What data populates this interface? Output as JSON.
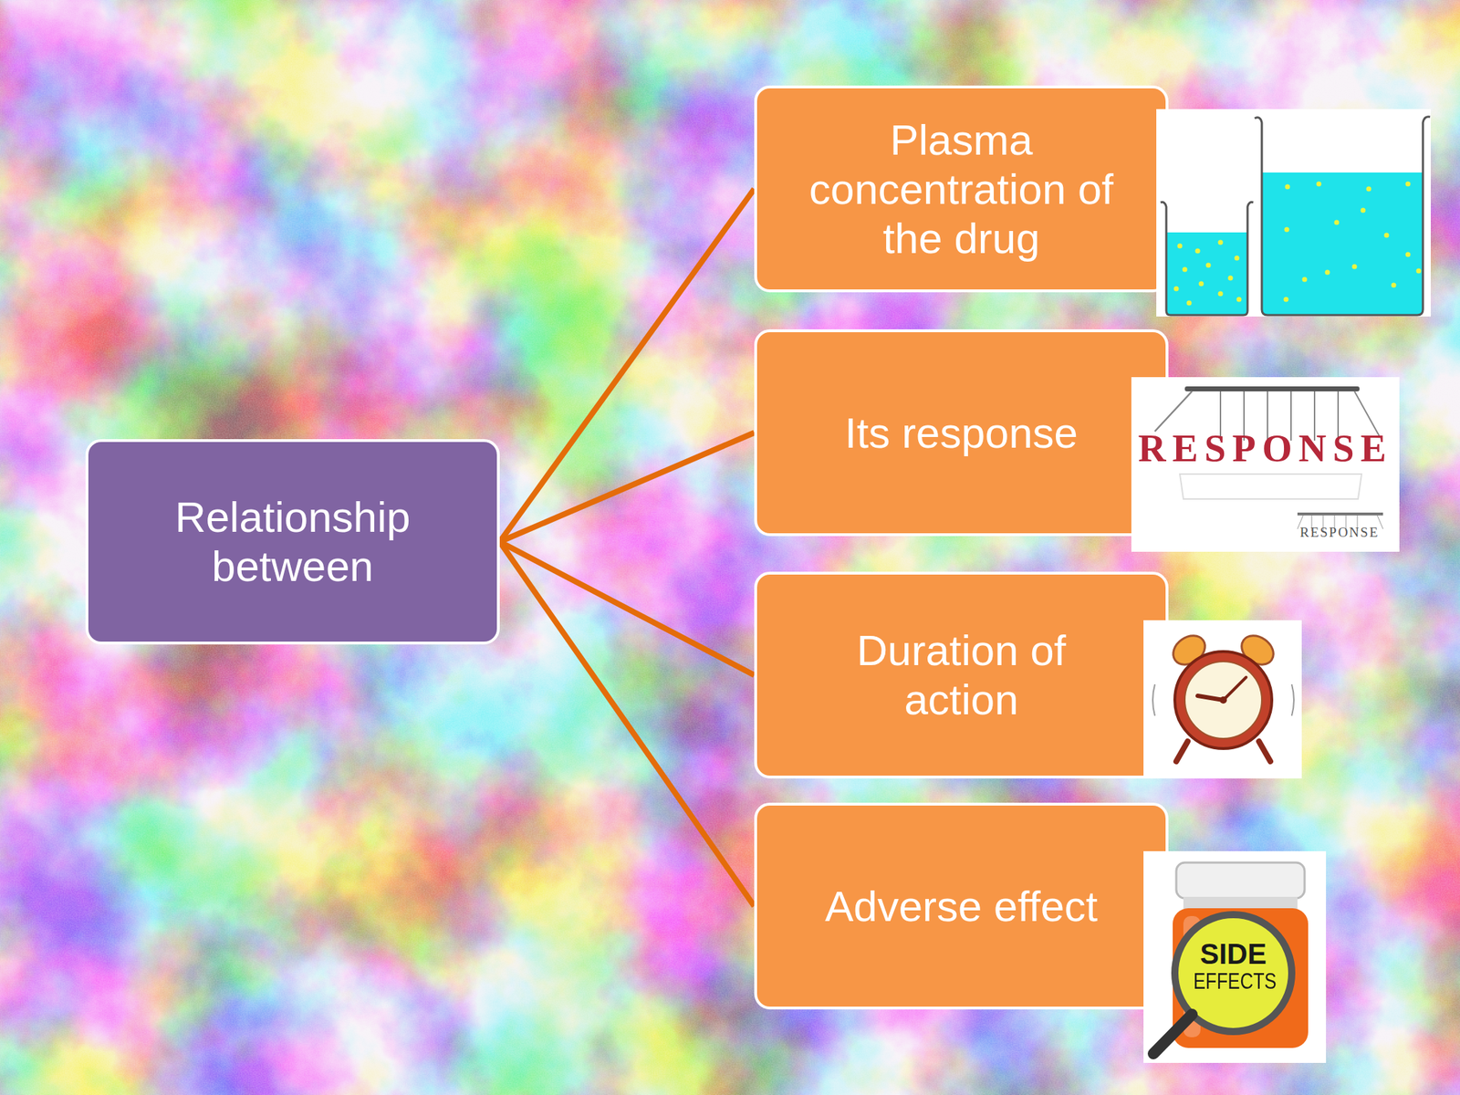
{
  "diagram": {
    "nodes": [
      {
        "text": [
          "Relationship between"
        ]
      },
      {
        "text": [
          "Plasma concentration of the drug"
        ]
      },
      {
        "text": [
          "Its response"
        ]
      },
      {
        "text": [
          "Duration of action"
        ]
      },
      {
        "text": [
          "Adverse effect"
        ]
      }
    ],
    "edges": [
      {
        "from": 0,
        "to": 1,
        "arrow": "none"
      },
      {
        "from": 0,
        "to": 2,
        "arrow": "none"
      },
      {
        "from": 0,
        "to": 3,
        "arrow": "none"
      },
      {
        "from": 0,
        "to": 4,
        "arrow": "none"
      }
    ],
    "labels": [
      "RESPONSE",
      "RESPONSE",
      "SIDE",
      "EFFECTS"
    ]
  }
}
